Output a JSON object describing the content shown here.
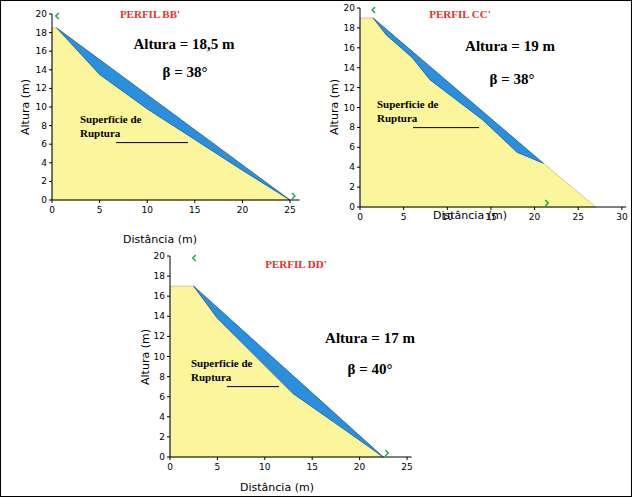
{
  "diagram": {
    "labels": [
      "PERFIL BB'",
      "Altura = 18,5 m",
      "β = 38°",
      "Superficie de Ruptura",
      "Altura (m)",
      "Distância (m)",
      "0",
      "2",
      "4",
      "6",
      "8",
      "10",
      "12",
      "14",
      "16",
      "18",
      "20",
      "0",
      "5",
      "10",
      "15",
      "20",
      "25",
      "PERFIL CC'",
      "Altura = 19 m",
      "β = 38°",
      "Superficie de Ruptura",
      "Altura (m)",
      "Distância (m)",
      "0",
      "2",
      "4",
      "6",
      "8",
      "10",
      "12",
      "14",
      "16",
      "18",
      "20",
      "0",
      "5",
      "10",
      "15",
      "20",
      "25",
      "30",
      "PERFIL DD'",
      "Altura = 17 m",
      "β = 40°",
      "Superficie de Ruptura",
      "Altura (m)",
      "Distância (m)",
      "0",
      "2",
      "4",
      "6",
      "8",
      "10",
      "12",
      "14",
      "16",
      "18",
      "20",
      "0",
      "5",
      "10",
      "15",
      "20",
      "25"
    ]
  }
}
